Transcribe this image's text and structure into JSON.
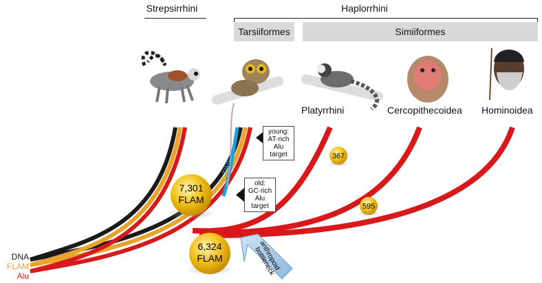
{
  "headers": {
    "strepsirrhini": "Strepsirrhini",
    "haplorrhini": "Haplorrhini",
    "tarsiiformes": "Tarsiiformes",
    "simiiformes": "Simiiformes"
  },
  "clades": {
    "platyrrhini": "Platyrrhini",
    "cercopithecoidea": "Cercopithecoidea",
    "hominoidea": "Hominoidea"
  },
  "lanes": {
    "dna": "DNA",
    "flam": "FLAM",
    "alu": "Alu"
  },
  "tines": "TINEs",
  "callouts": {
    "young": [
      "young:",
      "AT-rich",
      "Alu",
      "target"
    ],
    "old": [
      "old:",
      "GC-rich",
      "Alu",
      "target"
    ]
  },
  "bubbles": {
    "tarsier_flam": [
      "7,301",
      "FLAM"
    ],
    "anthropoid_flam": [
      "6,324",
      "FLAM"
    ],
    "platyrrhini": "367",
    "catarrhini": "595"
  },
  "arrow_label": [
    "anthropoid",
    "bottleneck"
  ],
  "icons": [
    "ring-tailed-lemur",
    "tarsier",
    "marmoset",
    "macaque",
    "human"
  ],
  "colors": {
    "dna": "#1a1a1a",
    "flam": "#e8a52a",
    "alu": "#d7191c",
    "tines": "#1fa0d8",
    "band": "#d9d9d9",
    "bubble": "#f2c21b",
    "arrow": "#a9cbe6"
  }
}
